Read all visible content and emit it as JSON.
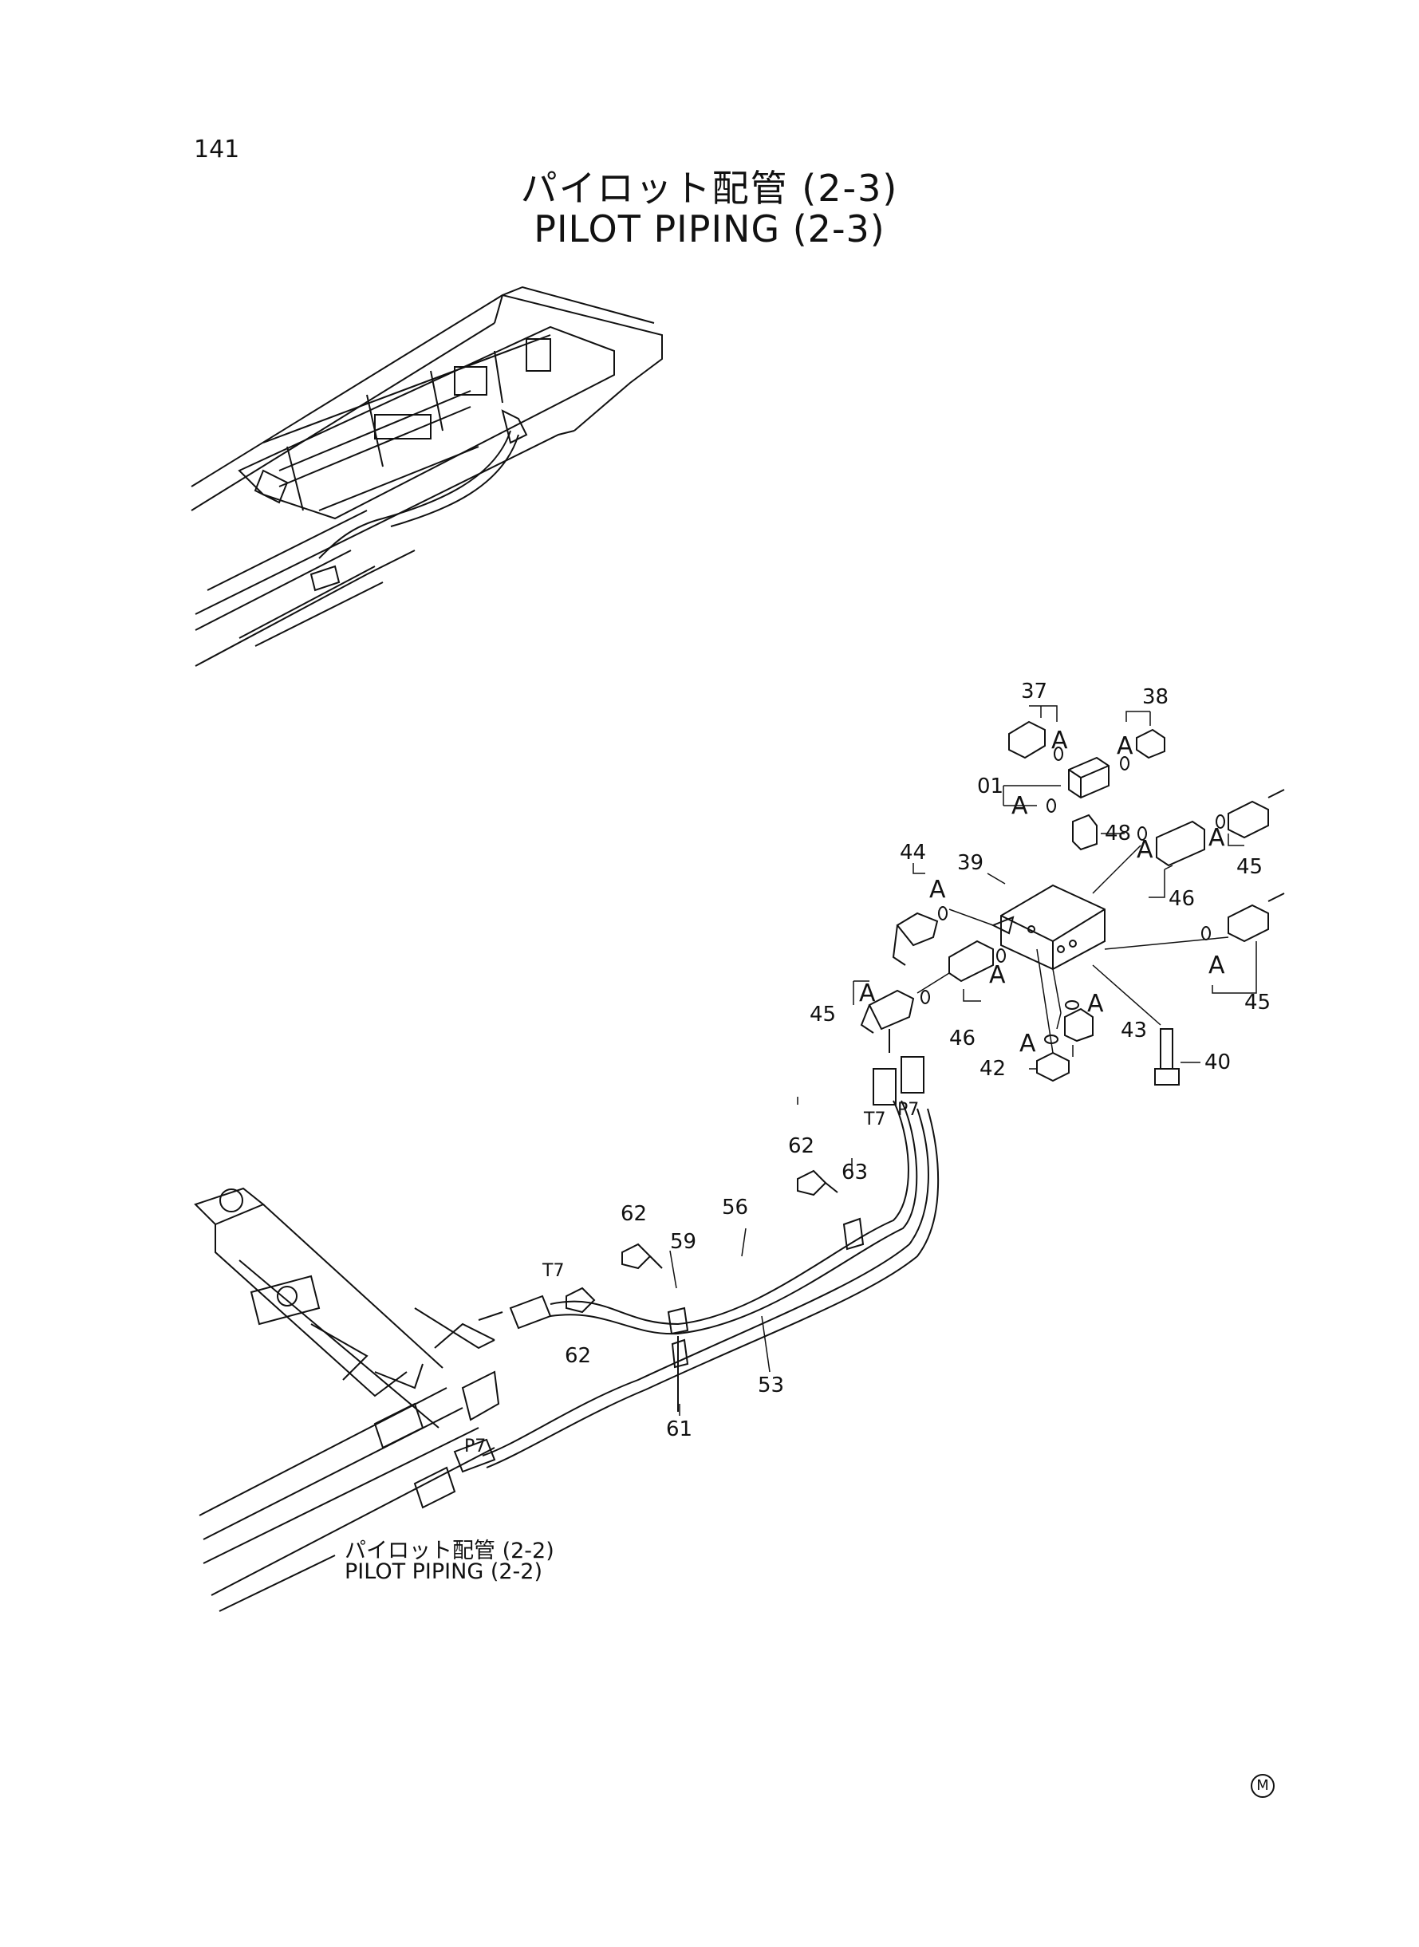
{
  "page_number": "141",
  "title_jp": "パイロット配管 (2-3)",
  "title_en": "PILOT PIPING (2-3)",
  "reference": {
    "jp": "パイロット配管 (2-2)",
    "en": "PILOT PIPING (2-2)"
  },
  "corner_mark": "M",
  "callouts": {
    "c01": "01",
    "c37": "37",
    "c38": "38",
    "c39": "39",
    "c40": "40",
    "c42": "42",
    "c43": "43",
    "c44": "44",
    "c45a": "45",
    "c45b": "45",
    "c45c": "45",
    "c46a": "46",
    "c46b": "46",
    "c48": "48",
    "c53": "53",
    "c56": "56",
    "c59": "59",
    "c61": "61",
    "c62a": "62",
    "c62b": "62",
    "c62c": "62",
    "c63": "63"
  },
  "port_labels": {
    "t7a": "T7",
    "t7b": "T7",
    "p7a": "P7",
    "p7b": "P7"
  },
  "detail_letter": "A"
}
